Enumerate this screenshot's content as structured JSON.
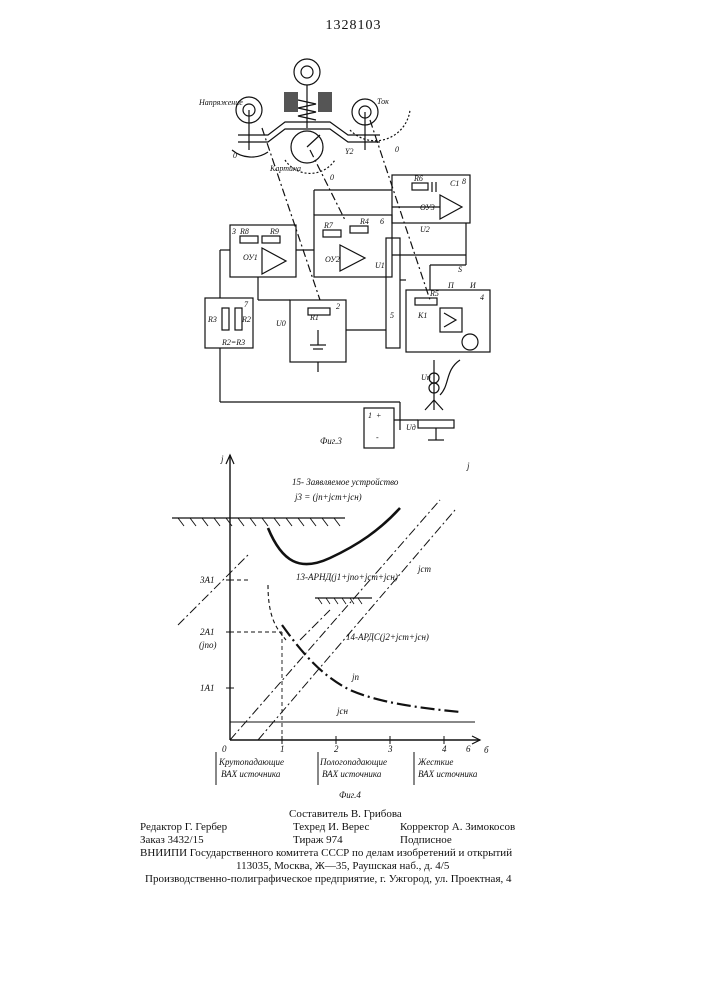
{
  "document": {
    "patent_number": "1328103"
  },
  "figure3": {
    "caption": "Фиг.3",
    "labels": {
      "voltage": "Напряжение",
      "current": "Ток",
      "picture": "Картина",
      "zero_left": "0",
      "zero_mid": "0",
      "zero_right": "0",
      "y2": "Y2",
      "b3": "3",
      "b6": "6",
      "b8": "8",
      "b7": "7",
      "b2": "2",
      "b5": "5",
      "b4": "4",
      "b1": "1",
      "r6": "R6",
      "c1": "C1",
      "ou3": "ОУ3",
      "r7": "R7",
      "r4": "R4",
      "r8": "R8",
      "r9": "R9",
      "ou1": "ОУ1",
      "ou2": "ОУ2",
      "u1": "U1",
      "u2": "U2",
      "u0": "U0",
      "r3": "R3",
      "r2": "R2",
      "r2r3": "R2=R3",
      "r1": "R1",
      "r5": "R5",
      "k1": "K1",
      "s": "S",
      "p": "П",
      "i": "И",
      "up": "Uп",
      "ud": "Uд",
      "plus": "+",
      "minus": "-"
    }
  },
  "figure4": {
    "caption": "Фиг.4",
    "y_axis": "j",
    "x_axis": "б",
    "y_ticks": [
      "3A1",
      "2A1",
      "(jпо)",
      "1A1"
    ],
    "x_ticks": [
      "0",
      "1",
      "2",
      "3",
      "4",
      "6"
    ],
    "curve_labels": {
      "claimed": "15- Заявляемое устройство",
      "claimed_formula": "j3 = (jп+jст+jсн)",
      "arnd": "13-АРНД(j1+jпо+jст+jсн)",
      "ards": "14-АРДС(j2+jст+jсн)",
      "jst": "jст",
      "jp": "jп",
      "jsn": "jсн"
    },
    "regions": [
      {
        "line1": "Крутопадающие",
        "line2": "ВАХ источника"
      },
      {
        "line1": "Пологопадающие",
        "line2": "ВАХ источника"
      },
      {
        "line1": "Жесткие",
        "line2": "ВАХ источника"
      }
    ]
  },
  "footer": {
    "compiler": "Составитель В. Грибова",
    "editor": "Редактор Г. Гербер",
    "techred": "Техред И. Верес",
    "corrector": "Корректор А. Зимокосов",
    "order": "Заказ 3432/15",
    "circulation": "Тираж 974",
    "subscription": "Подписное",
    "vniipi": "ВНИИПИ Государственного комитета СССР по делам изобретений и открытий",
    "address": "113035, Москва, Ж—35, Раушская наб., д. 4/5",
    "printer": "Производственно-полиграфическое предприятие, г. Ужгород, ул. Проектная, 4"
  }
}
